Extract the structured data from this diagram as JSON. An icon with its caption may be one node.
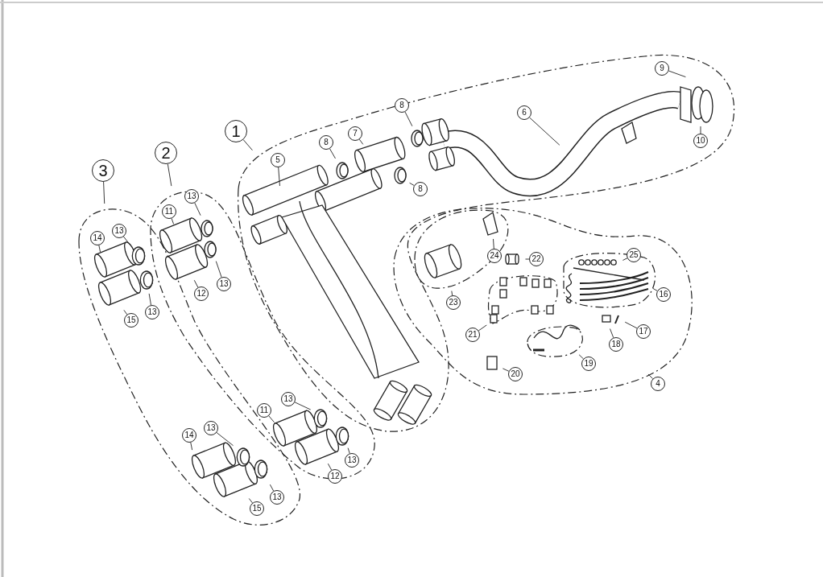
{
  "diagram": {
    "nodes": [
      {
        "text": [
          "9"
        ]
      },
      {
        "text": [
          "8"
        ]
      },
      {
        "text": [
          "6"
        ]
      },
      {
        "text": [
          "1"
        ]
      },
      {
        "text": [
          "7"
        ]
      },
      {
        "text": [
          "8"
        ]
      },
      {
        "text": [
          "10"
        ]
      },
      {
        "text": [
          "2"
        ]
      },
      {
        "text": [
          "3"
        ]
      },
      {
        "text": [
          "5"
        ]
      },
      {
        "text": [
          "8"
        ]
      },
      {
        "text": [
          "13"
        ]
      },
      {
        "text": [
          "11"
        ]
      },
      {
        "text": [
          "13"
        ]
      },
      {
        "text": [
          "24"
        ]
      },
      {
        "text": [
          "14"
        ]
      },
      {
        "text": [
          "25"
        ]
      },
      {
        "text": [
          "22"
        ]
      },
      {
        "text": [
          "13"
        ]
      },
      {
        "text": [
          "16"
        ]
      },
      {
        "text": [
          "12"
        ]
      },
      {
        "text": [
          "23"
        ]
      },
      {
        "text": [
          "13"
        ]
      },
      {
        "text": [
          "15"
        ]
      },
      {
        "text": [
          "21"
        ]
      },
      {
        "text": [
          "17"
        ]
      },
      {
        "text": [
          "18"
        ]
      },
      {
        "text": [
          "19"
        ]
      },
      {
        "text": [
          "20"
        ]
      },
      {
        "text": [
          "4"
        ]
      },
      {
        "text": [
          "13"
        ]
      },
      {
        "text": [
          "11"
        ]
      },
      {
        "text": [
          "13"
        ]
      },
      {
        "text": [
          "14"
        ]
      },
      {
        "text": [
          "13"
        ]
      },
      {
        "text": [
          "12"
        ]
      },
      {
        "text": [
          "13"
        ]
      },
      {
        "text": [
          "15"
        ]
      }
    ],
    "edges": [
      {
        "from": 0,
        "to": null,
        "arrow": "none"
      },
      {
        "from": 1,
        "to": null,
        "arrow": "none"
      },
      {
        "from": 2,
        "to": null,
        "arrow": "none"
      },
      {
        "from": 3,
        "to": null,
        "arrow": "none"
      },
      {
        "from": 4,
        "to": null,
        "arrow": "none"
      },
      {
        "from": 5,
        "to": null,
        "arrow": "none"
      },
      {
        "from": 6,
        "to": null,
        "arrow": "none"
      },
      {
        "from": 7,
        "to": null,
        "arrow": "none"
      },
      {
        "from": 8,
        "to": null,
        "arrow": "none"
      },
      {
        "from": 9,
        "to": null,
        "arrow": "none"
      },
      {
        "from": 10,
        "to": null,
        "arrow": "none"
      },
      {
        "from": 11,
        "to": null,
        "arrow": "none"
      },
      {
        "from": 12,
        "to": null,
        "arrow": "none"
      },
      {
        "from": 13,
        "to": null,
        "arrow": "none"
      },
      {
        "from": 14,
        "to": null,
        "arrow": "none"
      },
      {
        "from": 15,
        "to": null,
        "arrow": "none"
      },
      {
        "from": 16,
        "to": null,
        "arrow": "none"
      },
      {
        "from": 17,
        "to": null,
        "arrow": "none"
      },
      {
        "from": 18,
        "to": null,
        "arrow": "none"
      },
      {
        "from": 19,
        "to": null,
        "arrow": "none"
      },
      {
        "from": 20,
        "to": null,
        "arrow": "none"
      },
      {
        "from": 21,
        "to": null,
        "arrow": "none"
      },
      {
        "from": 22,
        "to": null,
        "arrow": "none"
      },
      {
        "from": 23,
        "to": null,
        "arrow": "none"
      },
      {
        "from": 24,
        "to": null,
        "arrow": "none"
      },
      {
        "from": 25,
        "to": null,
        "arrow": "none"
      },
      {
        "from": 26,
        "to": null,
        "arrow": "none"
      },
      {
        "from": 27,
        "to": null,
        "arrow": "none"
      },
      {
        "from": 28,
        "to": null,
        "arrow": "none"
      },
      {
        "from": 29,
        "to": null,
        "arrow": "none"
      },
      {
        "from": 30,
        "to": null,
        "arrow": "none"
      },
      {
        "from": 31,
        "to": null,
        "arrow": "none"
      },
      {
        "from": 32,
        "to": null,
        "arrow": "none"
      },
      {
        "from": 33,
        "to": null,
        "arrow": "none"
      },
      {
        "from": 34,
        "to": null,
        "arrow": "none"
      },
      {
        "from": 35,
        "to": null,
        "arrow": "none"
      },
      {
        "from": 36,
        "to": null,
        "arrow": "none"
      },
      {
        "from": 37,
        "to": null,
        "arrow": "none"
      }
    ]
  }
}
